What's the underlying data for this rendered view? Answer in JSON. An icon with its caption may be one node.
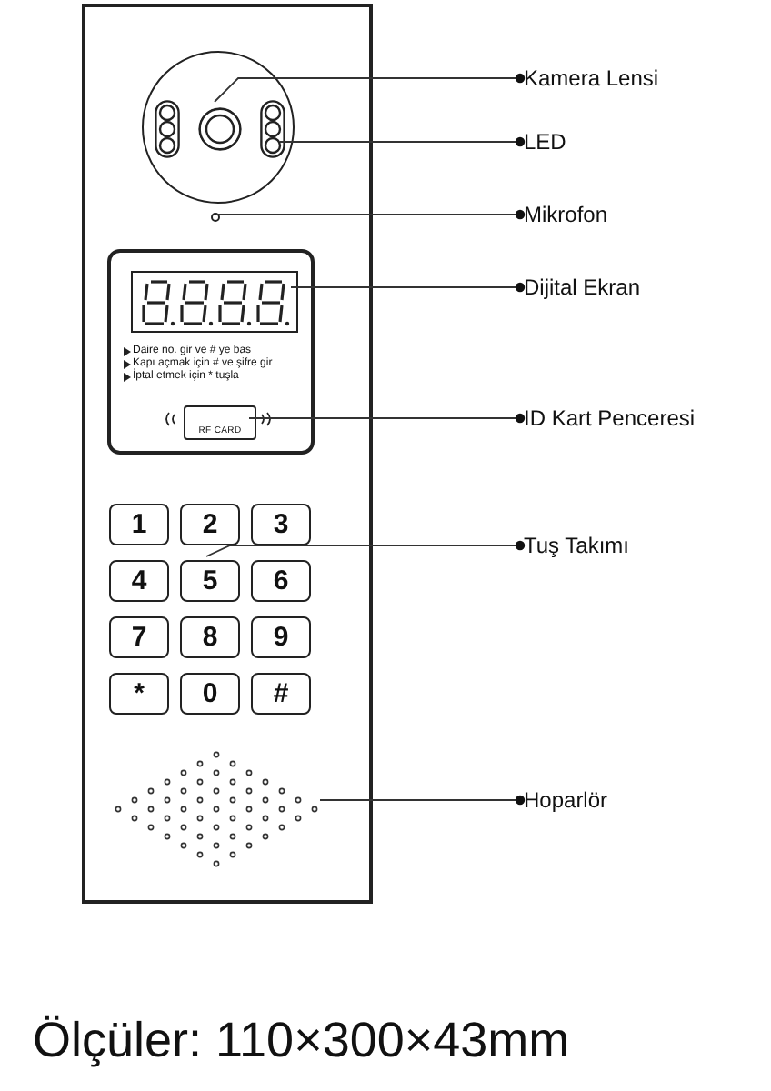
{
  "diagram": {
    "caption": "Ölçüler: 110×300×43mm",
    "nodes": [
      {
        "text": [],
        "shape": "box"
      },
      {
        "text": [],
        "shape": "circle",
        "in": 0
      },
      {
        "text": [],
        "shape": "box",
        "in": 1
      },
      {
        "text": [],
        "shape": "circle",
        "in": 1
      },
      {
        "text": [],
        "shape": "box",
        "in": 1
      },
      {
        "text": [],
        "shape": "circle",
        "in": 0
      },
      {
        "text": [
          "Daire no. gir ve # ye bas",
          "Kapı açmak için # ve şifre gir",
          "İptal etmek için * tuşla"
        ],
        "in": 0
      },
      {
        "text": [],
        "shape": "box",
        "in": 6
      },
      {
        "text": [
          "RF CARD"
        ],
        "in": 6
      },
      {
        "text": [
          "1"
        ],
        "in": 0
      },
      {
        "text": [
          "2"
        ],
        "in": 0
      },
      {
        "text": [
          "3"
        ],
        "in": 0
      },
      {
        "text": [
          "4"
        ],
        "in": 0
      },
      {
        "text": [
          "5"
        ],
        "in": 0
      },
      {
        "text": [
          "6"
        ],
        "in": 0
      },
      {
        "text": [
          "7"
        ],
        "in": 0
      },
      {
        "text": [
          "8"
        ],
        "in": 0
      },
      {
        "text": [
          "9"
        ],
        "in": 0
      },
      {
        "text": [
          "*"
        ],
        "in": 0
      },
      {
        "text": [
          "0"
        ],
        "in": 0
      },
      {
        "text": [
          "#"
        ],
        "in": 0
      },
      {
        "text": [],
        "shape": "picture",
        "in": 0
      },
      {
        "text": [
          "Kamera Lensi"
        ]
      },
      {
        "text": [
          "LED"
        ]
      },
      {
        "text": [
          "Mikrofon"
        ]
      },
      {
        "text": [
          "Dijital Ekran"
        ]
      },
      {
        "text": [
          "ID Kart Penceresi"
        ]
      },
      {
        "text": [
          "Tuş Takımı"
        ]
      },
      {
        "text": [
          "Hoparlör"
        ]
      }
    ],
    "edges": [
      {
        "from": 22,
        "to": 3,
        "arrow": "other"
      },
      {
        "from": 23,
        "to": 4,
        "arrow": "other"
      },
      {
        "from": 24,
        "to": 5,
        "arrow": "other"
      },
      {
        "from": 25,
        "to": 7,
        "arrow": "other"
      },
      {
        "from": 26,
        "to": 8,
        "arrow": "other"
      },
      {
        "from": 27,
        "to": 13,
        "arrow": "other"
      },
      {
        "from": 28,
        "to": 21,
        "arrow": "other"
      }
    ]
  }
}
